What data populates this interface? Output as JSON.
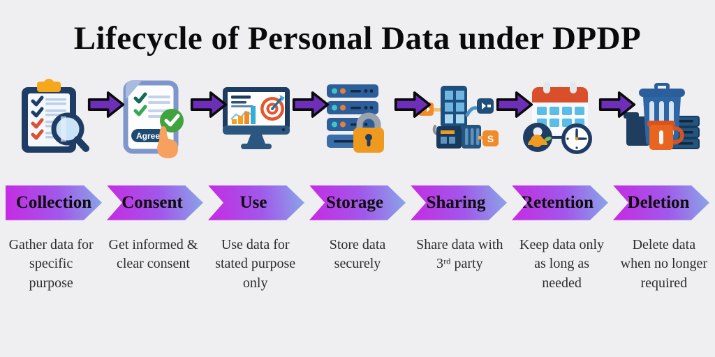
{
  "title": "Lifecycle of Personal Data under DPDP",
  "stages": [
    {
      "label": "Collection",
      "description": "Gather data for specific purpose",
      "icon": "clipboard-checklist-magnifier"
    },
    {
      "label": "Consent",
      "description": "Get informed & clear consent",
      "icon": "document-agree-check",
      "icon_text": "Agree"
    },
    {
      "label": "Use",
      "description": "Use data for stated purpose only",
      "icon": "monitor-analytics-target"
    },
    {
      "label": "Storage",
      "description": "Store data securely",
      "icon": "server-stack-padlock"
    },
    {
      "label": "Sharing",
      "description": "Share data with 3ʳᵈ party",
      "icon": "building-data-exchange",
      "icon_text": "S"
    },
    {
      "label": "Retention",
      "description": "Keep data only as long as needed",
      "icon": "calendar-clock-person"
    },
    {
      "label": "Deletion",
      "description": "Delete data when no longer required",
      "icon": "trash-bin-servers"
    }
  ],
  "colors": {
    "background": "#efeef0",
    "banner_gradient_start": "#c62ae3",
    "banner_gradient_mid": "#a158ea",
    "banner_gradient_end": "#88a8e8",
    "flow_arrow": "#6d2eb8",
    "title_text": "#0a0a0a",
    "banner_text": "#0d0d0d",
    "description_text": "#2d2d2d",
    "icon_navy": "#1f3c64",
    "icon_blue": "#2e5e9a",
    "icon_orange": "#f0991f",
    "icon_red": "#d95032",
    "icon_green": "#41a33e",
    "icon_sky": "#59bde8"
  }
}
